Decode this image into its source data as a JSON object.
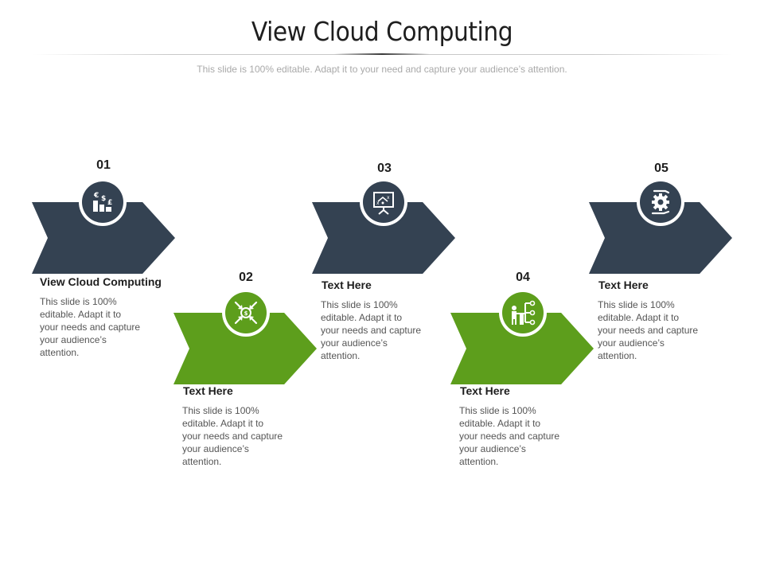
{
  "title": "View Cloud Computing",
  "subtitle": "This slide is 100% editable. Adapt it to your need and capture your audience’s attention.",
  "colors": {
    "dark": "#344252",
    "green": "#5d9e1c"
  },
  "steps": [
    {
      "number": "01",
      "heading": "View Cloud Computing",
      "text": "This slide is 100% editable. Adapt it to your needs and capture your audience’s attention.",
      "icon": "currency-chart-icon",
      "color": "dark"
    },
    {
      "number": "02",
      "heading": "Text Here",
      "text": "This slide is 100% editable. Adapt it to your needs and capture your audience’s attention.",
      "icon": "converging-arrows-icon",
      "color": "green"
    },
    {
      "number": "03",
      "heading": "Text Here",
      "text": "This slide is 100% editable. Adapt it to your needs and capture your audience’s attention.",
      "icon": "strategy-board-icon",
      "color": "dark"
    },
    {
      "number": "04",
      "heading": "Text Here",
      "text": "This slide is 100% editable. Adapt it to your needs and capture your audience’s attention.",
      "icon": "presenter-network-icon",
      "color": "green"
    },
    {
      "number": "05",
      "heading": "Text Here",
      "text": "This slide is 100% editable. Adapt it to your needs and capture your audience’s attention.",
      "icon": "hand-gear-icon",
      "color": "dark"
    }
  ]
}
